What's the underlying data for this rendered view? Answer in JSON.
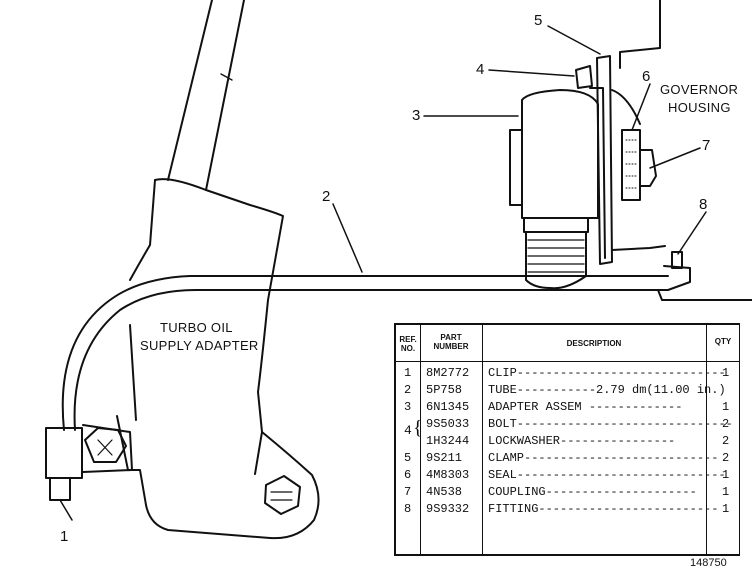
{
  "callouts": [
    "1",
    "2",
    "3",
    "4",
    "5",
    "6",
    "7",
    "8"
  ],
  "captions": {
    "governor_line1": "GOVERNOR",
    "governor_line2": "HOUSING",
    "adapter_line1": "TURBO OIL",
    "adapter_line2": "SUPPLY ADAPTER"
  },
  "table": {
    "headers": {
      "ref_line1": "REF.",
      "ref_line2": "NO.",
      "part_line1": "PART",
      "part_line2": "NUMBER",
      "description": "DESCRIPTION",
      "qty": "QTY"
    },
    "rows": [
      {
        "ref": "1",
        "part": "8M2772",
        "desc": "CLIP-----------------------------",
        "qty": "1"
      },
      {
        "ref": "2",
        "part": "5P758",
        "desc": "TUBE-----------2.79 dm(11.00 in.)",
        "qty": ""
      },
      {
        "ref": "3",
        "part": "6N1345",
        "desc": "ADAPTER ASSEM -------------",
        "qty": "1"
      },
      {
        "ref": "",
        "part": "9S5033",
        "desc": "BOLT------------------------------",
        "qty": "2"
      },
      {
        "ref": "",
        "part": "1H3244",
        "desc": "LOCKWASHER----------------",
        "qty": "2"
      },
      {
        "ref": "5",
        "part": "9S211",
        "desc": "CLAMP---------------------------",
        "qty": "2"
      },
      {
        "ref": "6",
        "part": "4M8303",
        "desc": "SEAL-----------------------------",
        "qty": "1"
      },
      {
        "ref": "7",
        "part": "4N538",
        "desc": "COUPLING---------------------",
        "qty": "1"
      },
      {
        "ref": "8",
        "part": "9S9332",
        "desc": "FITTING-------------------------",
        "qty": "1"
      }
    ],
    "bracket_ref": "4"
  },
  "figure_number": "148750"
}
